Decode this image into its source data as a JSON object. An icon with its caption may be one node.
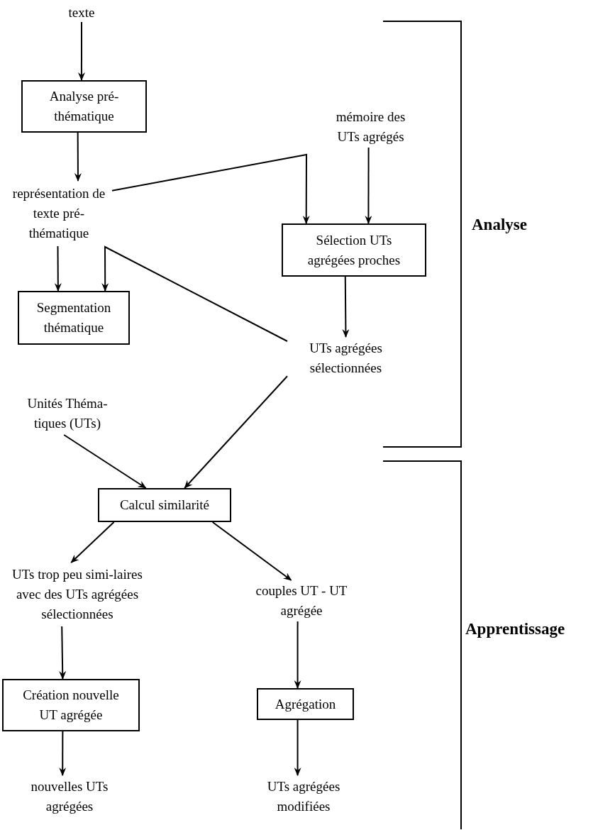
{
  "diagram": {
    "nodes": [
      {
        "text": [
          "texte"
        ]
      },
      {
        "text": [
          "Analyse pré-thématique"
        ]
      },
      {
        "text": [
          "représentation de texte pré-thématique"
        ]
      },
      {
        "text": [
          "mémoire des UTs agrégés"
        ]
      },
      {
        "text": [
          "Sélection UTs agrégées proches"
        ]
      },
      {
        "text": [
          "Segmentation thématique"
        ]
      },
      {
        "text": [
          "UTs agrégées sélectionnées"
        ]
      },
      {
        "text": [
          "Unités Théma-tiques (UTs)"
        ]
      },
      {
        "text": [
          "Calcul similarité"
        ]
      },
      {
        "text": [
          "UTs trop peu simi-laires avec des UTs agrégées sélectionnées"
        ]
      },
      {
        "text": [
          "couples UT - UT agrégée"
        ]
      },
      {
        "text": [
          "Création nouvelle UT agrégée"
        ]
      },
      {
        "text": [
          "Agrégation"
        ]
      },
      {
        "text": [
          "nouvelles UTs agrégées"
        ]
      },
      {
        "text": [
          "UTs agrégées modifiées"
        ]
      }
    ],
    "edges": [
      {
        "from": 0,
        "to": 1,
        "arrow": "to"
      },
      {
        "from": 1,
        "to": 2,
        "arrow": "to"
      },
      {
        "from": 2,
        "to": 4,
        "arrow": "to"
      },
      {
        "from": 3,
        "to": 4,
        "arrow": "to"
      },
      {
        "from": 2,
        "to": 5,
        "arrow": "to"
      },
      {
        "from": 6,
        "to": 5,
        "arrow": "to"
      },
      {
        "from": 4,
        "to": 6,
        "arrow": "to"
      },
      {
        "from": 7,
        "to": 8,
        "arrow": "to"
      },
      {
        "from": 6,
        "to": 8,
        "arrow": "to"
      },
      {
        "from": 8,
        "to": 9,
        "arrow": "to"
      },
      {
        "from": 8,
        "to": 10,
        "arrow": "to"
      },
      {
        "from": 9,
        "to": 11,
        "arrow": "to"
      },
      {
        "from": 10,
        "to": 12,
        "arrow": "to"
      },
      {
        "from": 11,
        "to": 13,
        "arrow": "to"
      },
      {
        "from": 12,
        "to": 14,
        "arrow": "to"
      }
    ],
    "labels": [
      "Analyse",
      "Apprentissage"
    ]
  }
}
